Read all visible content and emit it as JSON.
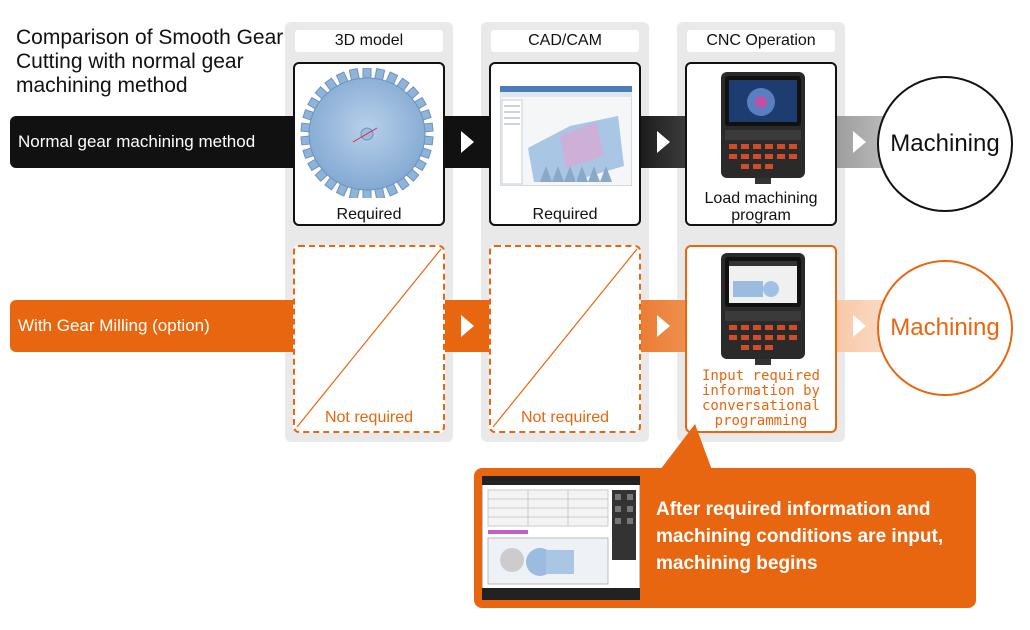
{
  "title": "Comparison of Smooth Gear Cutting with normal gear machining method",
  "columns": [
    {
      "header": "3D model"
    },
    {
      "header": "CAD/CAM"
    },
    {
      "header": "CNC Operation"
    }
  ],
  "rows": {
    "normal": {
      "label": "Normal gear machining method",
      "cells": [
        "Required",
        "Required",
        "Load machining program"
      ],
      "result": "Machining"
    },
    "gear_milling": {
      "label": "With Gear Milling (option)",
      "cells": [
        "Not required",
        "Not required",
        "Input required information by conversational programming"
      ],
      "result": "Machining"
    }
  },
  "callout": {
    "text": "After required information and machining conditions are input, machining begins"
  },
  "colors": {
    "black_band": "#111111",
    "orange": "#e8660f",
    "column_bg": "#e9e9e9",
    "gear_blue": "#8fb3d9"
  },
  "icons": [
    "gear-icon",
    "cad-screen-icon",
    "cnc-panel-icon",
    "arrow-right-icon"
  ]
}
